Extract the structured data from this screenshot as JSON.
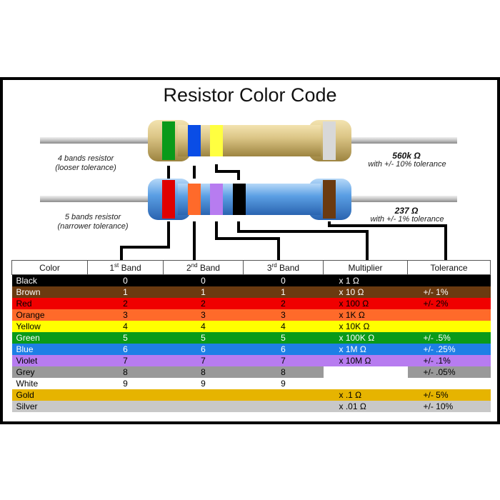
{
  "title": "Resistor Color Code",
  "resistor4": {
    "label_line1": "4 bands resistor",
    "label_line2": "(looser tolerance)",
    "value": "560k Ω",
    "tolerance": "with +/- 10% tolerance"
  },
  "resistor5": {
    "label_line1": "5 bands resistor",
    "label_line2": "(narrower tolerance)",
    "value": "237 Ω",
    "tolerance": "with +/- 1% tolerance"
  },
  "table": {
    "headers": {
      "color": "Color",
      "band1": "1",
      "band1_sup": "st",
      "band2": "2",
      "band2_sup": "nd",
      "band3": "3",
      "band3_sup": "rd",
      "band_word": " Band",
      "multiplier": "Multiplier",
      "tolerance": "Tolerance"
    },
    "rows": [
      {
        "name": "Black",
        "b1": "0",
        "b2": "0",
        "b3": "0",
        "mul": "x 1 Ω",
        "tol": "",
        "bg": "#000000",
        "fg": "#ffffff",
        "mulbg": "#000000",
        "mulfg": "#ffffff",
        "tolbg": "#000000",
        "tolfg": "#ffffff"
      },
      {
        "name": "Brown",
        "b1": "1",
        "b2": "1",
        "b3": "1",
        "mul": "x 10 Ω",
        "tol": "+/-  1%",
        "bg": "#6b3a10",
        "fg": "#ffffff",
        "mulbg": "#6b3a10",
        "mulfg": "#ffffff",
        "tolbg": "#6b3a10",
        "tolfg": "#ffffff"
      },
      {
        "name": "Red",
        "b1": "2",
        "b2": "2",
        "b3": "2",
        "mul": "x 100 Ω",
        "tol": "+/-  2%",
        "bg": "#f00000",
        "fg": "#000000",
        "mulbg": "#f00000",
        "mulfg": "#000000",
        "tolbg": "#f00000",
        "tolfg": "#000000"
      },
      {
        "name": "Orange",
        "b1": "3",
        "b2": "3",
        "b3": "3",
        "mul": "x 1K Ω",
        "tol": "",
        "bg": "#ff6a2a",
        "fg": "#000000",
        "mulbg": "#ff6a2a",
        "mulfg": "#000000",
        "tolbg": "#ff6a2a",
        "tolfg": "#000000"
      },
      {
        "name": "Yellow",
        "b1": "4",
        "b2": "4",
        "b3": "4",
        "mul": "x 10K Ω",
        "tol": "",
        "bg": "#ffff00",
        "fg": "#000000",
        "mulbg": "#ffff00",
        "mulfg": "#000000",
        "tolbg": "#ffff00",
        "tolfg": "#000000"
      },
      {
        "name": "Green",
        "b1": "5",
        "b2": "5",
        "b3": "5",
        "mul": "x 100K Ω",
        "tol": "+/-  .5%",
        "bg": "#0a9a1a",
        "fg": "#ffffff",
        "mulbg": "#0a9a1a",
        "mulfg": "#ffffff",
        "tolbg": "#0a9a1a",
        "tolfg": "#ffffff"
      },
      {
        "name": "Blue",
        "b1": "6",
        "b2": "6",
        "b3": "6",
        "mul": "x 1M Ω",
        "tol": "+/-  .25%",
        "bg": "#1e7fe6",
        "fg": "#ffffff",
        "mulbg": "#1e7fe6",
        "mulfg": "#ffffff",
        "tolbg": "#1e7fe6",
        "tolfg": "#ffffff"
      },
      {
        "name": "Violet",
        "b1": "7",
        "b2": "7",
        "b3": "7",
        "mul": "x 10M Ω",
        "tol": "+/-  .1%",
        "bg": "#b77cf0",
        "fg": "#000000",
        "mulbg": "#b77cf0",
        "mulfg": "#000000",
        "tolbg": "#b77cf0",
        "tolfg": "#000000"
      },
      {
        "name": "Grey",
        "b1": "8",
        "b2": "8",
        "b3": "8",
        "mul": "",
        "tol": "+/-  .05%",
        "bg": "#999999",
        "fg": "#000000",
        "mulbg": "#ffffff",
        "mulfg": "#000000",
        "tolbg": "#999999",
        "tolfg": "#000000"
      },
      {
        "name": "White",
        "b1": "9",
        "b2": "9",
        "b3": "9",
        "mul": "",
        "tol": "",
        "bg": "#ffffff",
        "fg": "#000000",
        "mulbg": "#ffffff",
        "mulfg": "#000000",
        "tolbg": "#ffffff",
        "tolfg": "#000000"
      },
      {
        "name": "Gold",
        "b1": "",
        "b2": "",
        "b3": "",
        "mul": "x .1 Ω",
        "tol": "+/-  5%",
        "bg": "#e6b400",
        "fg": "#000000",
        "mulbg": "#e6b400",
        "mulfg": "#000000",
        "tolbg": "#e6b400",
        "tolfg": "#000000"
      },
      {
        "name": "Silver",
        "b1": "",
        "b2": "",
        "b3": "",
        "mul": "x .01 Ω",
        "tol": "+/-  10%",
        "bg": "#c8c8c8",
        "fg": "#000000",
        "mulbg": "#c8c8c8",
        "mulfg": "#000000",
        "tolbg": "#c8c8c8",
        "tolfg": "#000000"
      }
    ]
  },
  "colors": {
    "beige_body": "#d9c483",
    "blue_body": "#5a9be0",
    "lead": "#c8c8c8"
  }
}
